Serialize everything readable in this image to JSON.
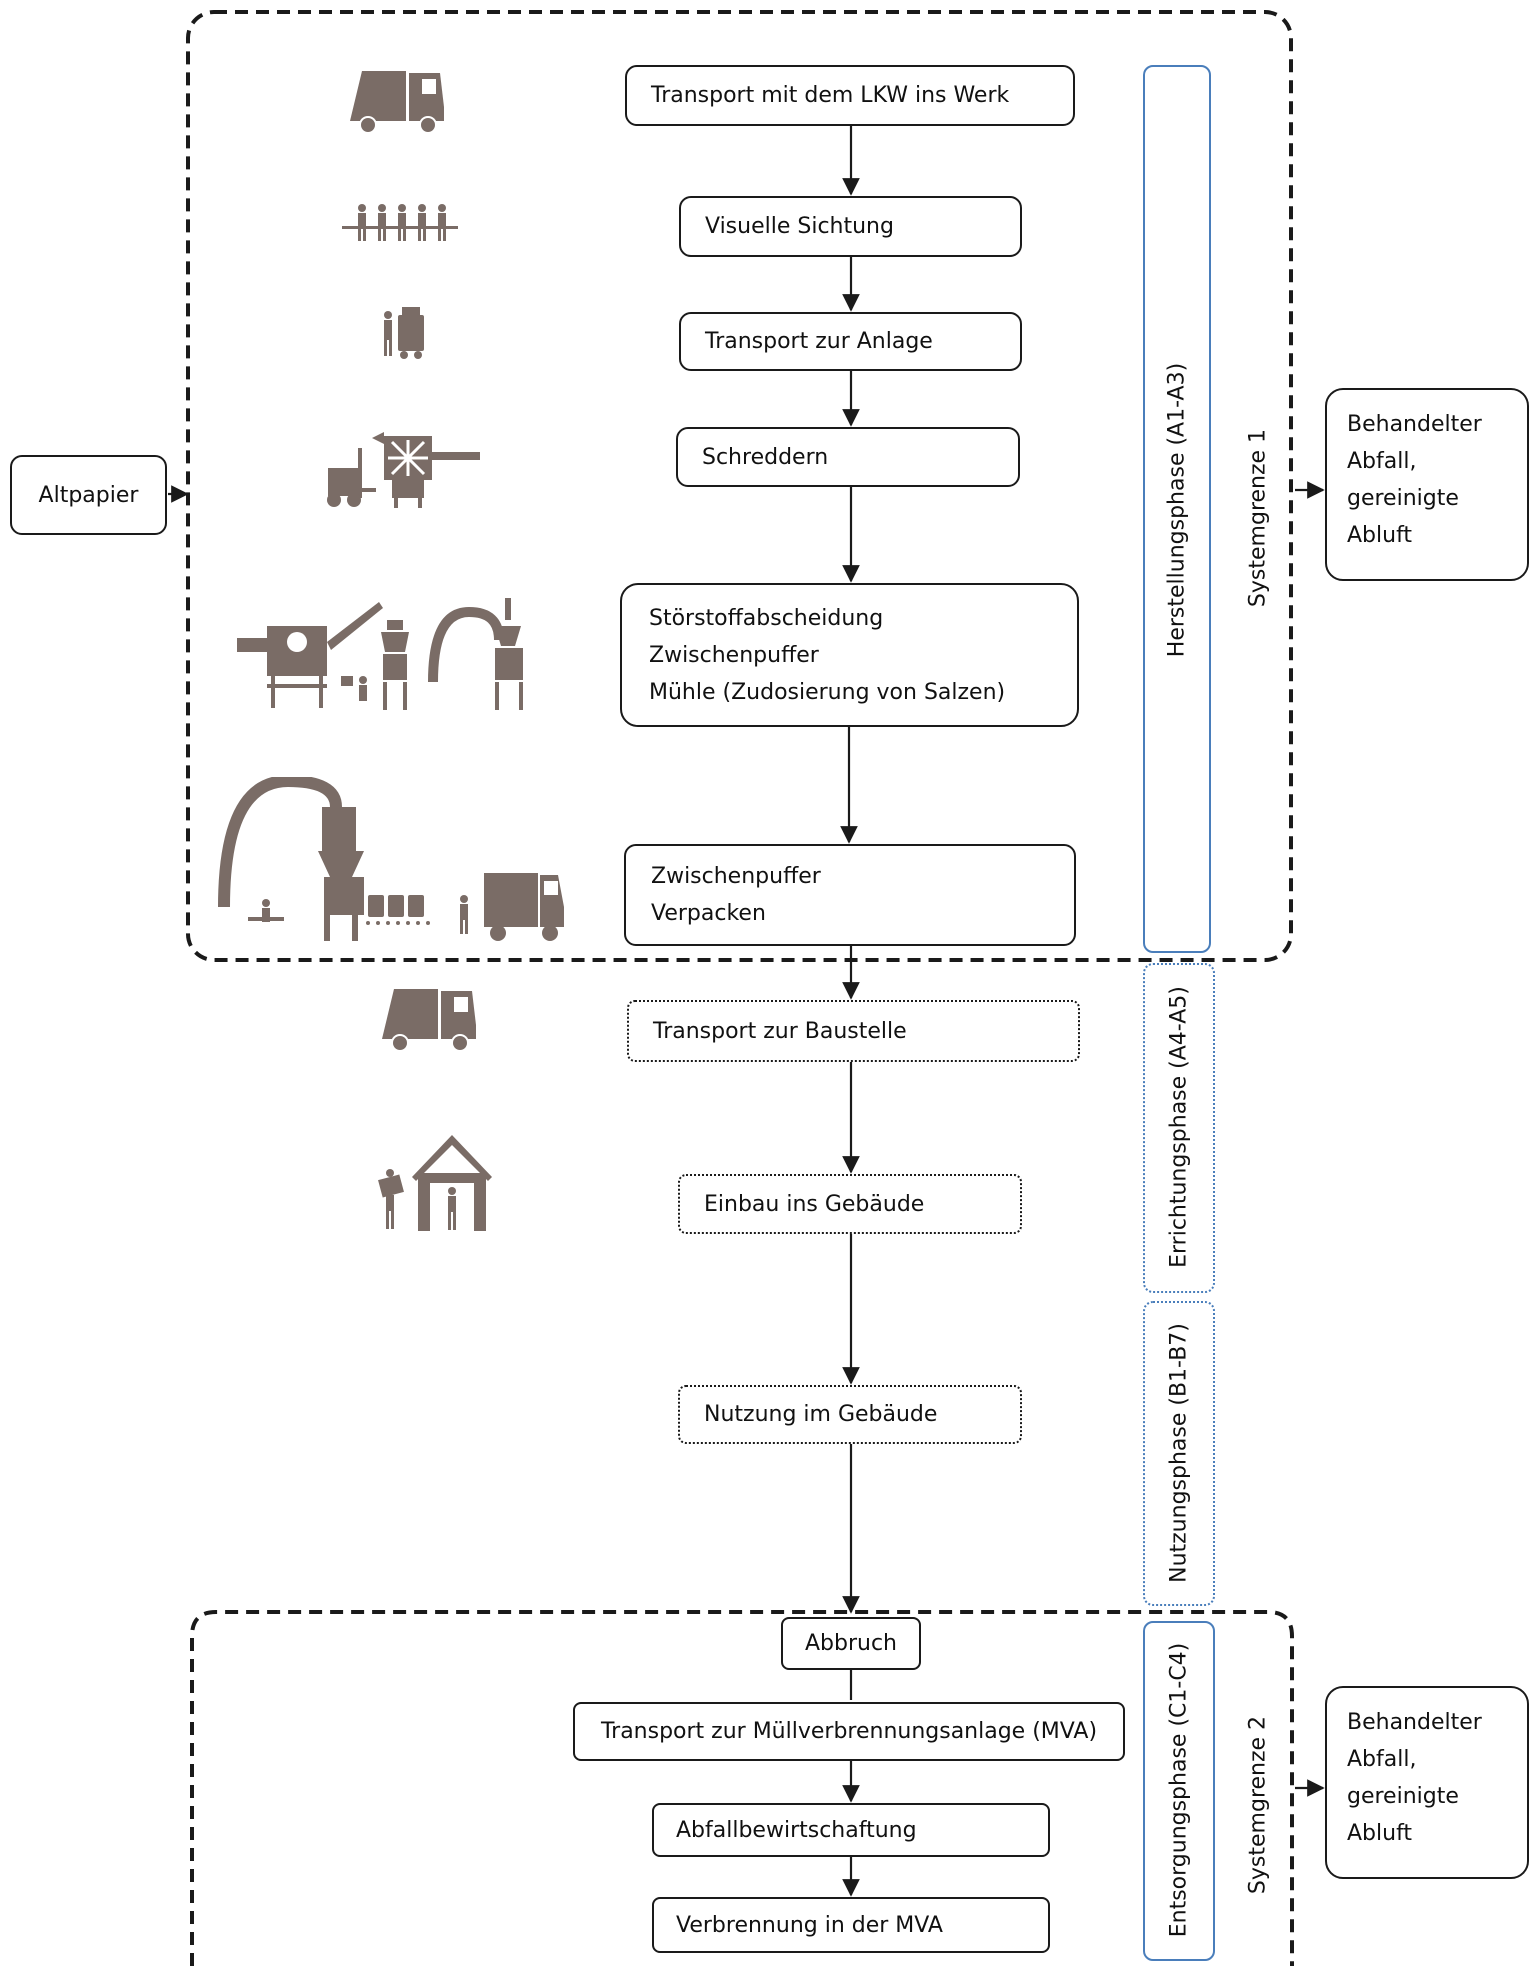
{
  "input": {
    "label": "Altpapier"
  },
  "outputs": [
    {
      "lines": [
        "Behandelter",
        "Abfall,",
        "gereinigte",
        "Abluft"
      ]
    },
    {
      "lines": [
        "Behandelter",
        "Abfall,",
        "gereinigte",
        "Abluft"
      ]
    }
  ],
  "system_boundaries": [
    "Systemgrenze 1",
    "Systemgrenze 2"
  ],
  "phases": [
    "Herstellungsphase (A1-A3)",
    "Errichtungsphase (A4-A5)",
    "Nutzungsphase (B1-B7)",
    "Entsorgungsphase (C1-C4)"
  ],
  "steps": [
    "Transport mit dem LKW ins Werk",
    "Visuelle Sichtung",
    "Transport zur Anlage",
    "Schreddern",
    [
      "Störstoffabscheidung",
      "Zwischenpuffer",
      "Mühle (Zudosierung von Salzen)"
    ],
    [
      "Zwischenpuffer",
      "Verpacken"
    ],
    "Transport zur Baustelle",
    "Einbau ins Gebäude",
    "Nutzung im Gebäude",
    "Abbruch",
    "Transport zur Müllverbrennungsanlage (MVA)",
    "Abfallbewirtschaftung",
    "Verbrennung in der MVA"
  ],
  "icons": [
    "garbage-truck-icon",
    "sorting-workers-icon",
    "worker-with-container-icon",
    "forklift-shredder-icon",
    "separation-mill-line-icon",
    "packaging-line-icon",
    "delivery-truck-icon",
    "house-installation-icon"
  ],
  "colors": {
    "line": "#1a1a1a",
    "phase_border": "#4a7ebb",
    "icon": "#7a6c66"
  }
}
